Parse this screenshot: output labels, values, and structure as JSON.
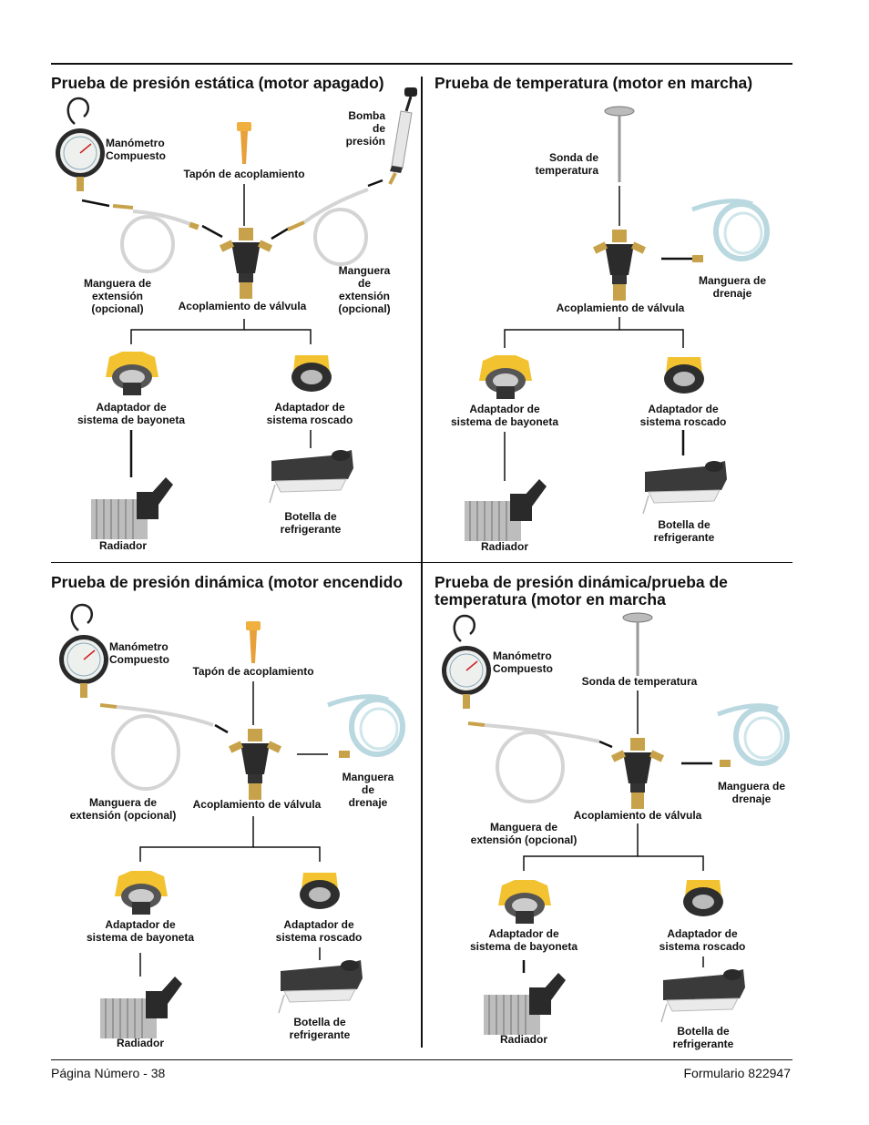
{
  "sections": {
    "static": {
      "title": "Prueba de presión estática (motor apagado)",
      "labels": {
        "gauge": "Manómetro\nCompuesto",
        "cap": "Tapón de acoplamiento",
        "pump": "Bomba de\npresión",
        "hose_left": "Manguera de\nextensión\n(opcional)",
        "coupler": "Acoplamiento de válvula",
        "hose_right": "Manguera de\nextensión\n(opcional)",
        "bayonet": "Adaptador de\nsistema de bayoneta",
        "threaded": "Adaptador de\nsistema roscado",
        "radiator": "Radiador",
        "bottle": "Botella de\nrefrigerante"
      }
    },
    "temperature": {
      "title": "Prueba de temperatura (motor en marcha)",
      "labels": {
        "probe": "Sonda de\ntemperatura",
        "drain": "Manguera de\ndrenaje",
        "coupler": "Acoplamiento de válvula",
        "bayonet": "Adaptador de\nsistema de bayoneta",
        "threaded": "Adaptador de\nsistema roscado",
        "radiator": "Radiador",
        "bottle": "Botella de\nrefrigerante"
      }
    },
    "dynamic": {
      "title": "Prueba de presión dinámica (motor encendido",
      "labels": {
        "gauge": "Manómetro\nCompuesto",
        "cap": "Tapón de acoplamiento",
        "drain": "Manguera de\ndrenaje",
        "hose": "Manguera de\nextensión (opcional)",
        "coupler": "Acoplamiento de válvula",
        "bayonet": "Adaptador de\nsistema de bayoneta",
        "threaded": "Adaptador de\nsistema roscado",
        "radiator": "Radiador",
        "bottle": "Botella de\nrefrigerante"
      }
    },
    "dynamic_temp": {
      "title": "Prueba de presión dinámica/prueba de\ntemperatura (motor en marcha",
      "labels": {
        "gauge": "Manómetro\nCompuesto",
        "probe": "Sonda de temperatura",
        "drain": "Manguera de\ndrenaje",
        "coupler": "Acoplamiento de válvula",
        "hose": "Manguera de\nextensión (opcional)",
        "bayonet": "Adaptador de\nsistema de bayoneta",
        "threaded": "Adaptador de\nsistema roscado",
        "radiator": "Radiador",
        "bottle": "Botella de\nrefrigerante"
      }
    }
  },
  "footer": {
    "page": "Página Número - 38",
    "form": "Formulario 822947"
  },
  "colors": {
    "rule": "#111111",
    "brass": "#c8a24a",
    "yellow": "#f2c230",
    "dark": "#2b2b2b",
    "hose": "#d9d9d9",
    "drain_hose": "#b9d8df"
  }
}
